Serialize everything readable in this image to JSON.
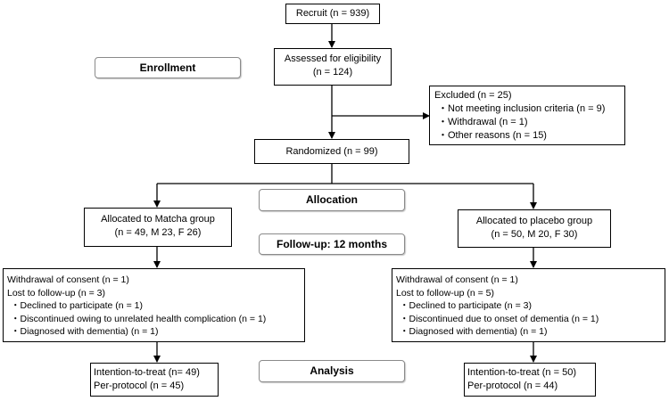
{
  "stages": {
    "enrollment": "Enrollment",
    "allocation": "Allocation",
    "followup": "Follow-up: 12 months",
    "analysis": "Analysis"
  },
  "recruit": "Recruit (n = 939)",
  "eligibility": [
    "Assessed for eligibility",
    "(n = 124)"
  ],
  "excluded": {
    "title": "Excluded (n = 25)",
    "items": [
      "・Not meeting inclusion criteria (n = 9)",
      "・Withdrawal (n = 1)",
      "・Other reasons (n = 15)"
    ]
  },
  "randomized": "Randomized (n = 99)",
  "matcha": {
    "allocated": [
      "Allocated to Matcha group",
      "(n = 49, M 23, F 26)"
    ],
    "withdrawal": "Withdrawal of consent (n = 1)",
    "lost": "Lost to follow-up (n = 3)",
    "lost_items": [
      "・Declined  to  participate (n = 1)",
      "・Discontinued owing to unrelated health complication (n = 1)",
      "・Diagnosed with dementia) (n = 1)"
    ],
    "itt": "Intention-to-treat (n= 49)",
    "pp": "Per-protocol (n = 45)"
  },
  "placebo": {
    "allocated": [
      "Allocated to placebo group",
      "(n = 50, M 20, F 30)"
    ],
    "withdrawal": "Withdrawal of consent (n = 1)",
    "lost": "Lost to follow-up (n = 5)",
    "lost_items": [
      "・Declined  to  participate (n = 3)",
      "・Discontinued due to onset of dementia (n = 1)",
      "・Diagnosed with dementia) (n = 1)"
    ],
    "itt": "Intention-to-treat (n = 50)",
    "pp": "Per-protocol (n = 44)"
  }
}
